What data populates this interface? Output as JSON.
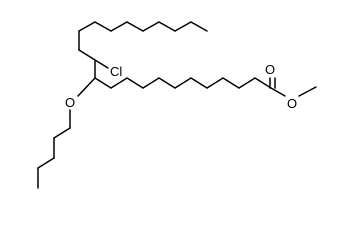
{
  "molecule": {
    "atom_labels": {
      "chlorine": "Cl",
      "ether_oxygen": "O",
      "carbonyl_oxygen": "O",
      "ester_oxygen": "O"
    },
    "colors": {
      "bond": "#000000",
      "label": "#000000",
      "background": "#ffffff"
    }
  }
}
